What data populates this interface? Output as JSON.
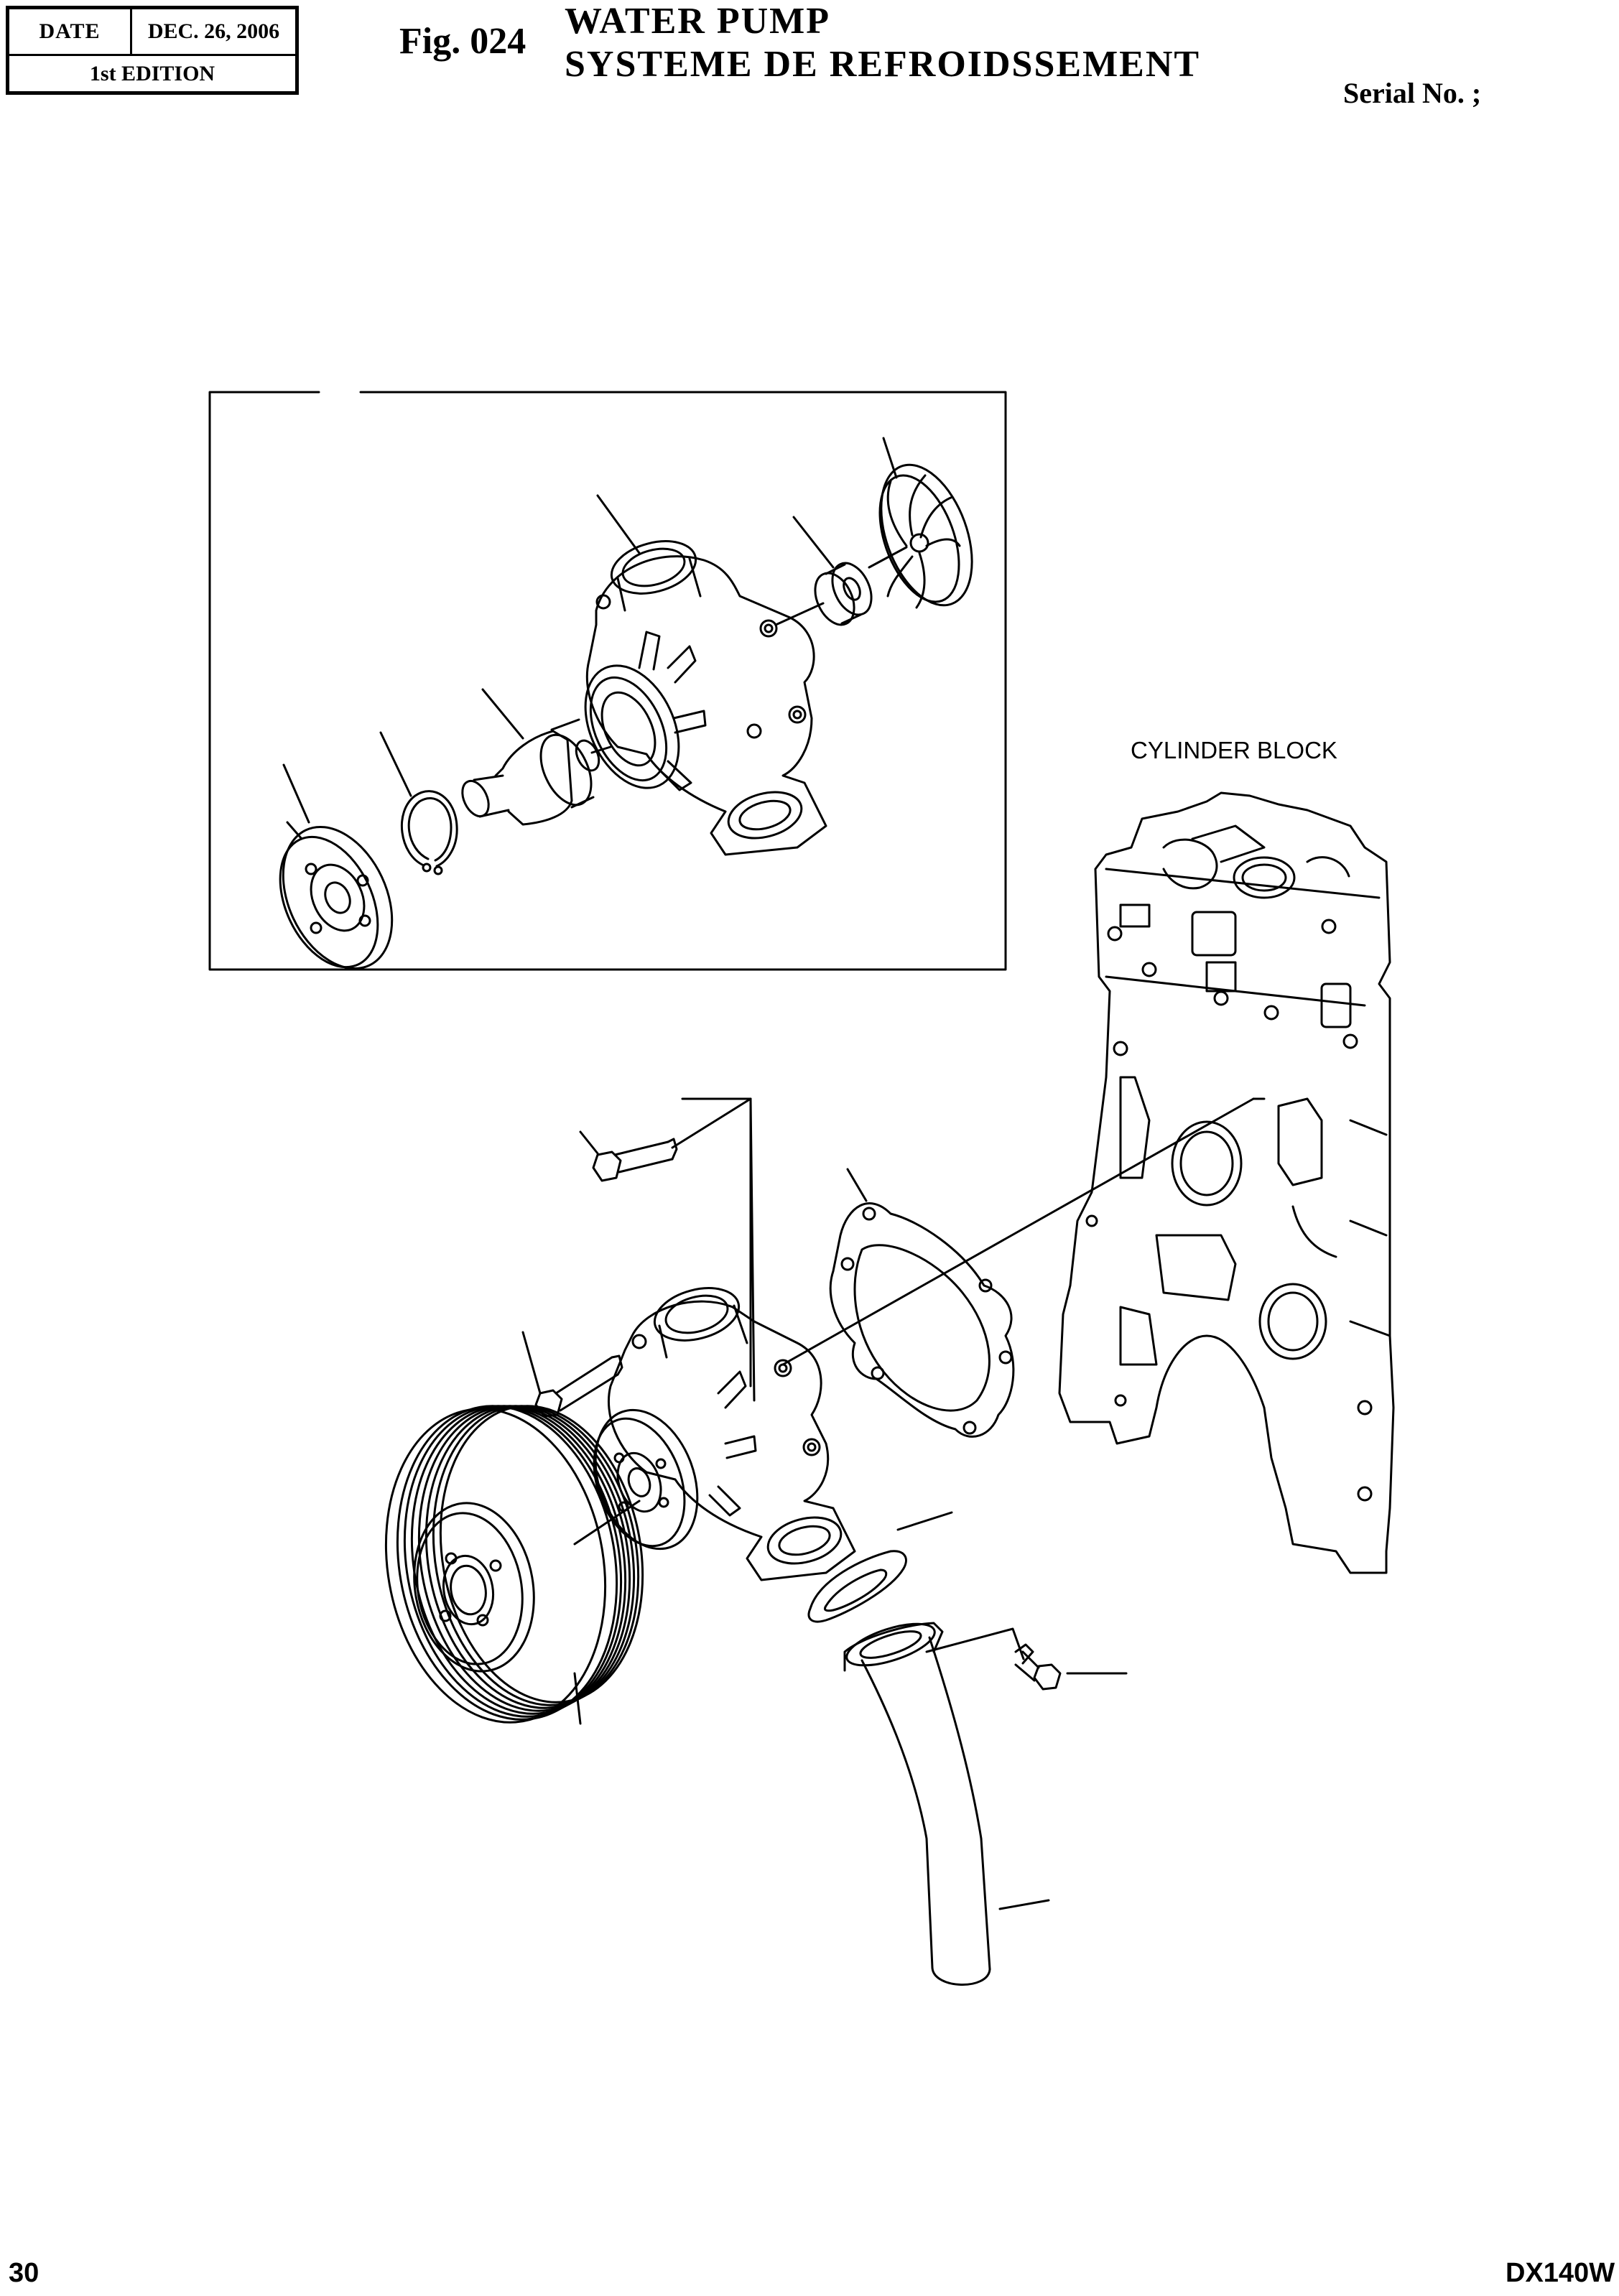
{
  "header": {
    "date_label": "DATE",
    "date_value": "DEC. 26, 2006",
    "edition": "1st EDITION",
    "fig_number": "Fig. 024",
    "title_en": "WATER PUMP",
    "title_fr": "SYSTEME  DE  REFROIDSSEMENT",
    "serial_label": "Serial No. ;"
  },
  "drawing": {
    "block_label": "CYLINDER BLOCK"
  },
  "footer": {
    "page_number": "30",
    "model": "DX140W"
  }
}
